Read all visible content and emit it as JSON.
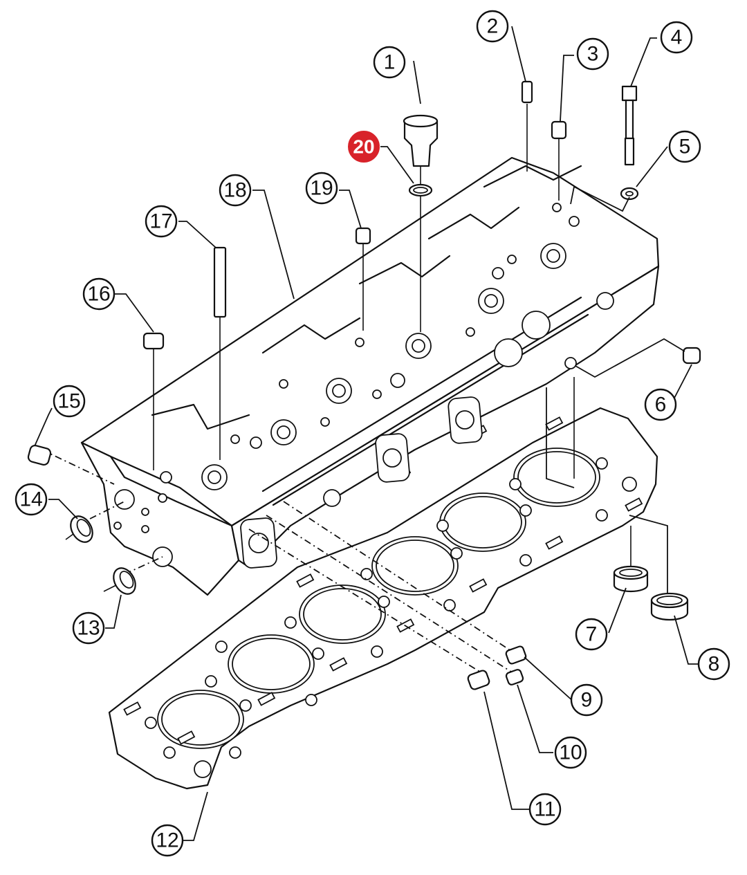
{
  "callouts": [
    {
      "id": "1",
      "label": "1",
      "highlight": false
    },
    {
      "id": "2",
      "label": "2",
      "highlight": false
    },
    {
      "id": "3",
      "label": "3",
      "highlight": false
    },
    {
      "id": "4",
      "label": "4",
      "highlight": false
    },
    {
      "id": "5",
      "label": "5",
      "highlight": false
    },
    {
      "id": "6",
      "label": "6",
      "highlight": false
    },
    {
      "id": "7",
      "label": "7",
      "highlight": false
    },
    {
      "id": "8",
      "label": "8",
      "highlight": false
    },
    {
      "id": "9",
      "label": "9",
      "highlight": false
    },
    {
      "id": "10",
      "label": "10",
      "highlight": false
    },
    {
      "id": "11",
      "label": "11",
      "highlight": false
    },
    {
      "id": "12",
      "label": "12",
      "highlight": false
    },
    {
      "id": "13",
      "label": "13",
      "highlight": false
    },
    {
      "id": "14",
      "label": "14",
      "highlight": false
    },
    {
      "id": "15",
      "label": "15",
      "highlight": false
    },
    {
      "id": "16",
      "label": "16",
      "highlight": false
    },
    {
      "id": "17",
      "label": "17",
      "highlight": false
    },
    {
      "id": "18",
      "label": "18",
      "highlight": false
    },
    {
      "id": "19",
      "label": "19",
      "highlight": false
    },
    {
      "id": "20",
      "label": "20",
      "highlight": true
    }
  ],
  "colors": {
    "line": "#111111",
    "highlight": "#d8232a",
    "background": "#ffffff"
  }
}
